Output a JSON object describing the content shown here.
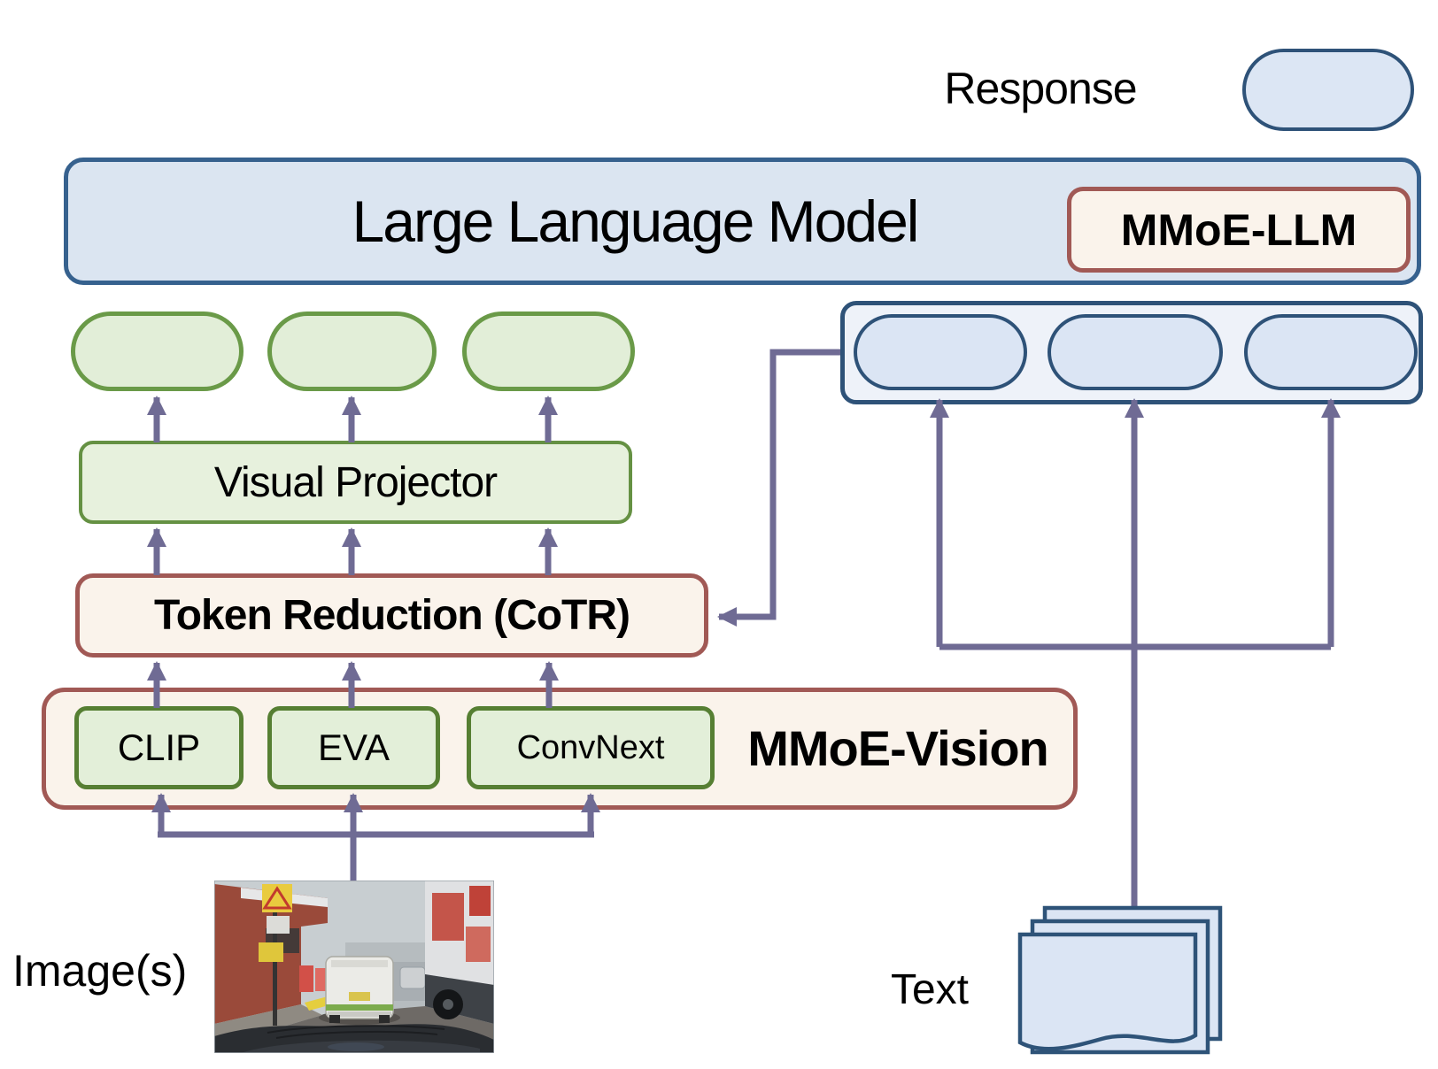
{
  "response": {
    "label": "Response"
  },
  "llm": {
    "title": "Large Language Model",
    "badge": "MMoE-LLM"
  },
  "projector": {
    "label": "Visual Projector"
  },
  "token_reduction": {
    "label": "Token Reduction (CoTR)"
  },
  "vision": {
    "label": "MMoE-Vision",
    "experts": [
      "CLIP",
      "EVA",
      "ConvNext"
    ]
  },
  "inputs": {
    "image": "Image(s)",
    "text": "Text"
  },
  "colors": {
    "blue_fill": "#dbe5f1",
    "blue_pill_fill": "#dbe5f4",
    "blue_border": "#2e5278",
    "green_fill": "#e2eed8",
    "green_border": "#6a9a48",
    "cream_fill": "#faf3eb",
    "red_border": "#a15955",
    "arrow": "#6f6b94"
  }
}
